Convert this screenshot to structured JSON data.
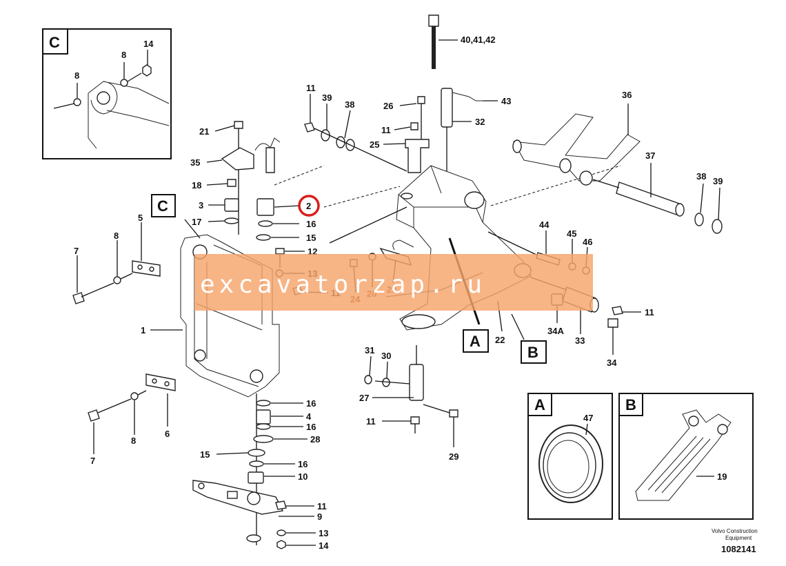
{
  "diagram": {
    "inset_letters": {
      "c": "C",
      "a": "A",
      "b": "B"
    },
    "callouts": {
      "c_inset": {
        "p14": "14",
        "p8a": "8",
        "p8b": "8"
      },
      "pin": {
        "p40": "40,41,42",
        "p43": "43",
        "p32": "32",
        "p36": "36",
        "p37": "37",
        "p38r": "38",
        "p39r": "39"
      },
      "top_mid": {
        "p11a": "11",
        "p39": "39",
        "p38": "38",
        "p26": "26",
        "p11b": "11",
        "p25": "25"
      },
      "top_left": {
        "p21": "21",
        "p35": "35",
        "p18": "18",
        "p3": "3",
        "p17": "17",
        "p2": "2",
        "p16a": "16",
        "p15a": "15",
        "p12": "12",
        "p13a": "13",
        "p11c": "11"
      },
      "frame": {
        "p5": "5",
        "p8c": "8",
        "p7a": "7",
        "p1": "1",
        "p6": "6",
        "p8d": "8",
        "p7b": "7"
      },
      "mid": {
        "p24": "24",
        "p20": "20",
        "p23": "23",
        "p44": "44",
        "p45": "45",
        "p46": "46",
        "p11d": "11",
        "p34a": "34A",
        "p33": "33",
        "p34": "34",
        "p22": "22"
      },
      "lower": {
        "p16b": "16",
        "p4": "4",
        "p16c": "16",
        "p28": "28",
        "p15b": "15",
        "p16d": "16",
        "p10": "10",
        "p11e": "11",
        "p9": "9",
        "p13b": "13",
        "p14b": "14"
      },
      "bottom_mid": {
        "p31": "31",
        "p30": "30",
        "p27": "27",
        "p11f": "11",
        "p29": "29"
      },
      "insets": {
        "p47": "47",
        "p19": "19"
      }
    },
    "highlighted_part": "2",
    "watermark": "excavatorzap.ru",
    "credit_line1": "Volvo Construction",
    "credit_line2": "Equipment",
    "document_number": "1082141",
    "colors": {
      "ink": "#111111",
      "highlight_ring": "#d81e1e",
      "watermark_band": "#f5a46a",
      "brown_label": "#8a3d12"
    }
  }
}
